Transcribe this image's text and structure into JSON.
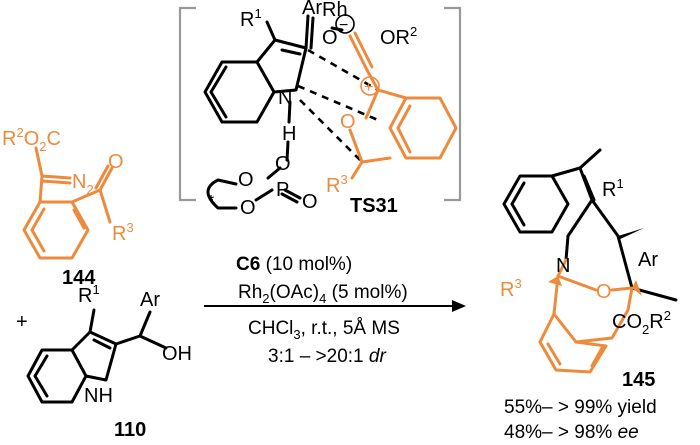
{
  "colors": {
    "accent": "#ee8a3c",
    "bracket": "#999999",
    "ink": "#000000"
  },
  "ts": {
    "label": "TS31",
    "r1": "R",
    "r1_sup": "1",
    "ar": "Ar",
    "n": "N",
    "h": "H",
    "o_rh": "O",
    "rh": "Rh",
    "minus": "−",
    "or2": "OR",
    "or2_sup": "2",
    "plus": "+",
    "o_ring": "O",
    "r3": "R",
    "r3_sup": "3",
    "p": "P",
    "o1": "O",
    "o2": "O",
    "o3": "O",
    "o4": "O",
    "star": "*"
  },
  "cpd144": {
    "label": "144",
    "ester": "R",
    "ester_sup": "2",
    "ester_rest": "O",
    "ester_sub": "2",
    "ester_c": "C",
    "n2": "N",
    "n2_sub": "2",
    "o": "O",
    "r3": "R",
    "r3_sup": "3"
  },
  "cpd110": {
    "label": "110",
    "plus": "+",
    "r1": "R",
    "r1_sup": "1",
    "ar": "Ar",
    "oh": "OH",
    "nh": "NH"
  },
  "conditions": {
    "cat_bold": "C6",
    "cat_rest": " (10 mol%)",
    "rh_a": "Rh",
    "rh_sub2": "2",
    "rh_b": "(OAc)",
    "rh_sub4": "4",
    "rh_c": " (5 mol%)",
    "solv_a": "CHCl",
    "solv_sub": "3",
    "solv_b": ", r.t., 5Å MS",
    "dr_a": "3:1 – >20:1 ",
    "dr_b": "dr"
  },
  "cpd145": {
    "label": "145",
    "r1": "R",
    "r1_sup": "1",
    "ar": "Ar",
    "n": "N",
    "r3": "R",
    "r3_sup": "3",
    "o": "O",
    "co2r2_a": "CO",
    "co2r2_sub": "2",
    "co2r2_b": "R",
    "co2r2_sup": "2",
    "yield": "55%– > 99% yield",
    "ee_a": "48%– > 98% ",
    "ee_b": "ee"
  }
}
